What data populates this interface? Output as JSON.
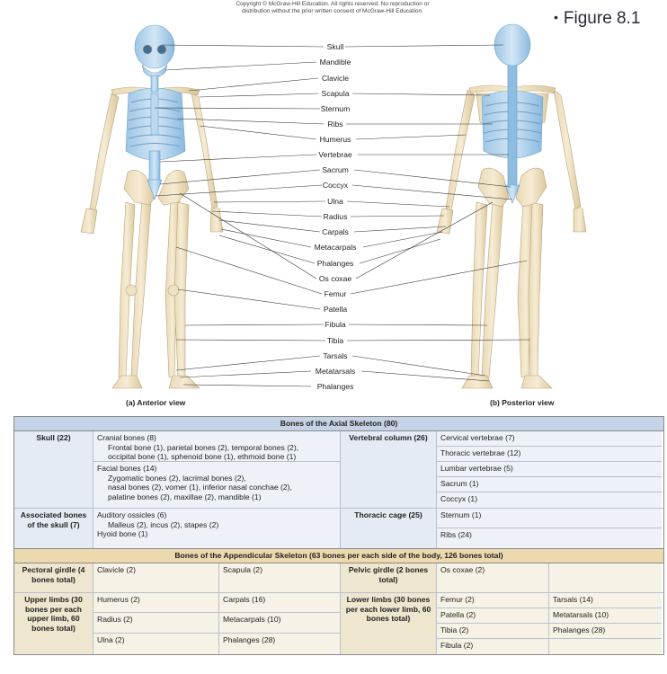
{
  "copyright": [
    "Copyright © McGraw-Hill Education.  All rights reserved. No reproduction or",
    "distribution without the prior written consent of McGraw-Hill Education."
  ],
  "figure_title": "Figure 8.1",
  "bullet": "•",
  "labels": [
    "Skull",
    "Mandible",
    "Clavicle",
    "Scapula",
    "Sternum",
    "Ribs",
    "Humerus",
    "Vertebrae",
    "Sacrum",
    "Coccyx",
    "Ulna",
    "Radius",
    "Carpals",
    "Metacarpals",
    "Phalanges",
    "Os coxae",
    "Femur",
    "Patella",
    "Fibula",
    "Tibia",
    "Tarsals",
    "Metatarsals",
    "Phalanges"
  ],
  "anterior_view": "(a) Anterior view",
  "posterior_view": "(b) Posterior view",
  "table": {
    "axial_title": "Bones of the Axial Skeleton (80)",
    "skull_header": "Skull (22)",
    "cranial": "Cranial bones (8)",
    "cranial_detail_1": "Frontal bone (1), parietal bones (2), temporal bones (2),",
    "cranial_detail_2": "occipital bone (1), sphenoid bone (1), ethmoid bone (1)",
    "facial": "Facial bones (14)",
    "facial_detail_1": "Zygomatic bones (2), lacrimal bones (2),",
    "facial_detail_2": "nasal bones (2), vomer (1), inferior nasal conchae (2),",
    "facial_detail_3": "palatine bones (2), maxillae (2), mandible (1)",
    "vertebral_header": "Vertebral column (26)",
    "vertebral_items": [
      "Cervical vertebrae (7)",
      "Thoracic vertebrae (12)",
      "Lumbar vertebrae (5)",
      "Sacrum (1)",
      "Coccyx (1)"
    ],
    "associated_header": "Associated bones of the skull (7)",
    "auditory": "Auditory ossicles (6)",
    "auditory_detail": "Malleus (2), incus (2), stapes (2)",
    "hyoid": "Hyoid bone (1)",
    "thoracic_header": "Thoracic cage (25)",
    "thoracic_items": [
      "Sternum (1)",
      "Ribs (24)"
    ],
    "app_title": "Bones of the Appendicular Skeleton (63 bones per each side of the body, 126 bones total)",
    "pectoral_header": "Pectoral girdle (4 bones total)",
    "pectoral_items": [
      "Clavicle (2)",
      "Scapula (2)"
    ],
    "pelvic_header": "Pelvic girdle (2 bones total)",
    "pelvic_items": [
      "Os coxae (2)"
    ],
    "upper_header": "Upper limbs (30 bones per each upper limb, 60 bones total)",
    "upper_col1": [
      "Humerus (2)",
      "Radius (2)",
      "Ulna (2)"
    ],
    "upper_col2": [
      "Carpals (16)",
      "Metacarpals (10)",
      "Phalanges (28)"
    ],
    "lower_header": "Lower limbs (30 bones per each lower limb, 60 bones total)",
    "lower_col1": [
      "Femur (2)",
      "Patella (2)",
      "Tibia (2)",
      "Fibula (2)"
    ],
    "lower_col2": [
      "Tarsals (14)",
      "Metatarsals (10)",
      "Phalanges (28)"
    ]
  }
}
